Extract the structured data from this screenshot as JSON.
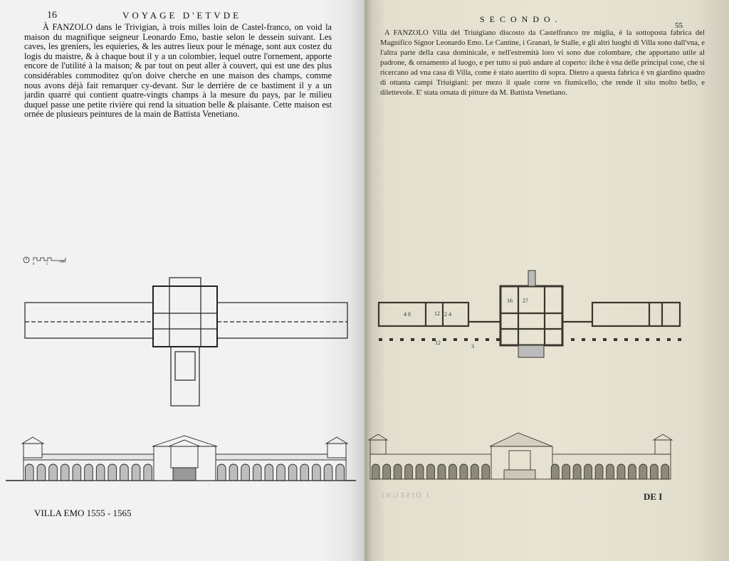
{
  "left_page": {
    "page_number": "16",
    "running_head": "VOYAGE D'ETVDE",
    "body": "À FANZOLO dans le Trivigian, à trois milles loin de Castel-franco, on void la maison du magnifique seigneur Leonardo Emo, bastie selon le dessein suivant. Les caves, les greniers, les equieries, & les autres lieux pour le ménage, sont aux costez du logis du maistre, & à chaque bout il y a un colombier, lequel outre l'ornement, apporte encore de l'utilité à la maison; & par tout on peut aller à couvert, qui est une des plus considérables commoditez qu'on doive cherche en une maison des champs, comme nous avons déjà fait remarquer cy-devant. Sur le derrière de ce bastiment il y a un jardin quarré qui contient quatre-vingts champs à la mesure du pays, par le milieu duquel passe une petite rivière qui rend la situation belle & plaisante. Cette maison est ornée de plusieurs peintures de la main de Battista Venetiano.",
    "scale_labels": [
      "0",
      "5",
      "10m"
    ],
    "caption": "VILLA EMO  1555 - 1565",
    "arch_count_per_wing": 11
  },
  "right_page": {
    "running_head": "SECONDO.",
    "page_number": "55",
    "body": "A FANZOLO Villa del Triuigiano discosto da Castelfranco tre miglia, è la sottoposta fabrica del Magnifico Signor Leonardo Emo. Le Cantine, i Granari, le Stalle, e gli altri luoghi di Villa sono dall'vna, e l'altra parte della casa dominicale, e nell'estremità loro vi sono due colombare, che apportano utile al padrone, & ornamento al luogo, e per tutto si può andare al coperto: ilche è vna delle principal cose, che si ricercano ad vna casa di Villa, come è stato auertito di sopra. Dietro a questa fabrica è vn giardino quadro di ottanta campi Triuigiani: per mezo il quale corre vn fiumicello, che rende il sito molto bello, e dilettevole. E' stata ornata di pitture da M. Battista Venetiano.",
    "plan_labels": [
      "4 8",
      "12",
      "2 4",
      "16",
      "27",
      "12",
      "3"
    ],
    "catchword": "DE I",
    "bleed_through": "I DISEGNI",
    "arch_count_per_wing": 11
  },
  "colors": {
    "left_paper": "#f2f2f2",
    "right_paper": "#e8e4d4",
    "ink": "#111111"
  }
}
